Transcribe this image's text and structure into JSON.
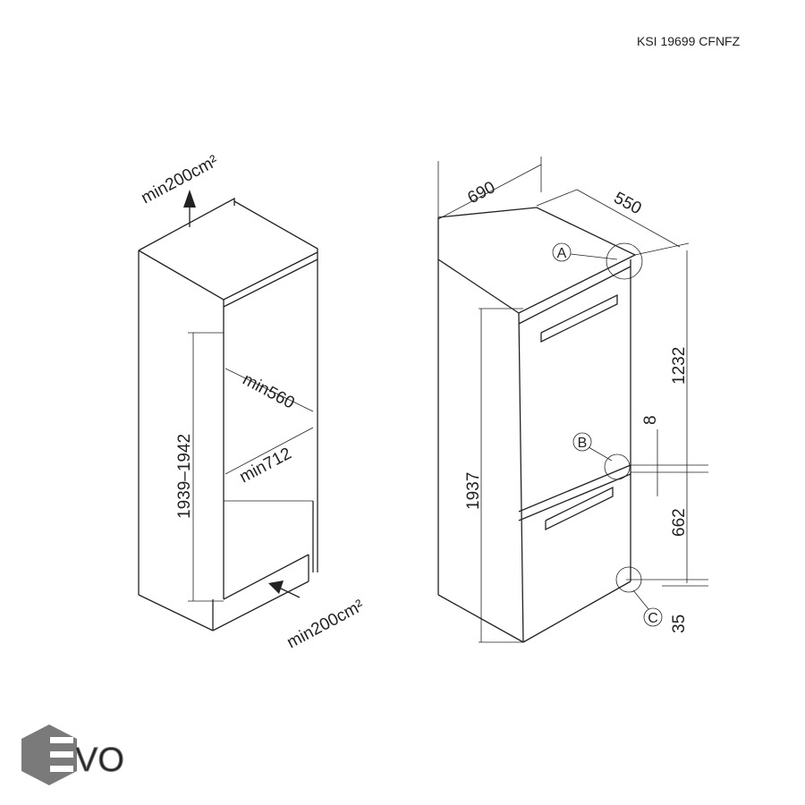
{
  "header": {
    "model": "KSI 19699 CFNFZ"
  },
  "niche": {
    "vent_top": "min200cm²",
    "vent_bottom": "min200cm²",
    "height": "1939–1942",
    "width": "min560",
    "depth": "min712"
  },
  "appliance": {
    "depth": "690",
    "width": "550",
    "height": "1937",
    "upper_height": "1232",
    "gap": "8",
    "lower_height": "662",
    "bottom": "35",
    "markers": [
      "A",
      "B",
      "C"
    ]
  },
  "logo": {
    "text": "EVO",
    "color": "#7a7a7a"
  }
}
